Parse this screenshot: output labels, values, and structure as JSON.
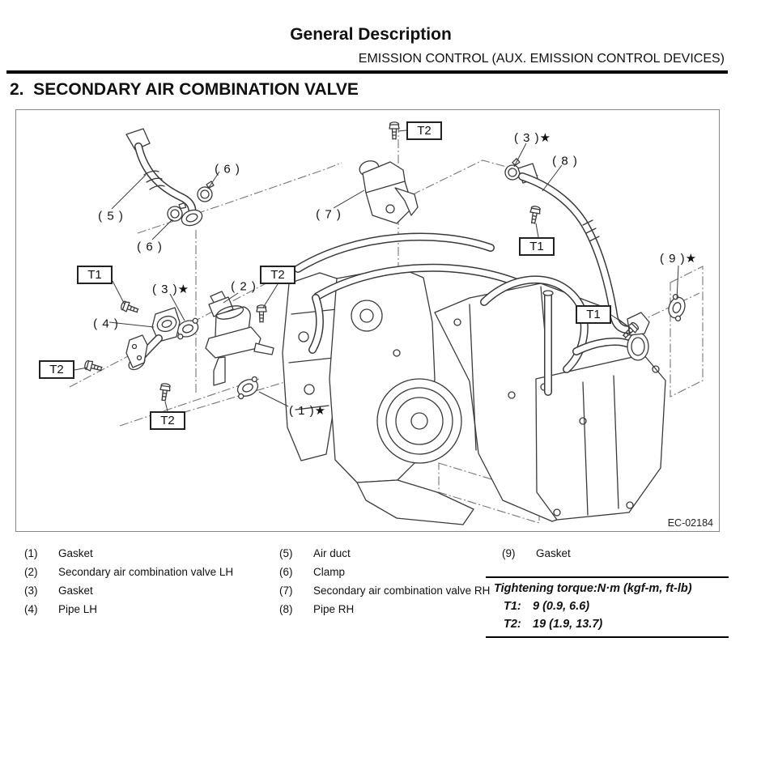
{
  "header": {
    "title": "General Description",
    "subtitle": "EMISSION CONTROL (AUX. EMISSION CONTROL DEVICES)",
    "section": "2.  SECONDARY AIR COMBINATION VALVE"
  },
  "diagram": {
    "figure_code": "EC-02184",
    "torque_labels": {
      "t2_top": "T2",
      "t1_top_right": "T1",
      "t1_right": "T1",
      "t1_left": "T1",
      "t2_mid": "T2",
      "t2_far_left": "T2",
      "t2_lower": "T2"
    },
    "part_labels": {
      "p1": "( 1 )★",
      "p2": "( 2 )",
      "p3_left": "( 3 )★",
      "p3_top_right": "( 3 )★",
      "p4": "( 4 )",
      "p5": "( 5 )",
      "p6_top": "( 6 )",
      "p6_bottom": "( 6 )",
      "p7": "( 7 )",
      "p8": "( 8 )",
      "p9": "( 9 )★"
    }
  },
  "legend": {
    "columns": [
      {
        "items": [
          {
            "num": "(1)",
            "name": "Gasket"
          },
          {
            "num": "(2)",
            "name": "Secondary air combination valve LH"
          },
          {
            "num": "(3)",
            "name": "Gasket"
          },
          {
            "num": "(4)",
            "name": "Pipe LH"
          }
        ]
      },
      {
        "items": [
          {
            "num": "(5)",
            "name": "Air duct"
          },
          {
            "num": "(6)",
            "name": "Clamp"
          },
          {
            "num": "(7)",
            "name": "Secondary air combination valve RH"
          },
          {
            "num": "(8)",
            "name": "Pipe RH"
          }
        ]
      },
      {
        "items": [
          {
            "num": "(9)",
            "name": "Gasket"
          }
        ]
      }
    ]
  },
  "torque_table": {
    "title": "Tightening torque:N·m (kgf-m, ft-lb)",
    "rows": [
      {
        "label": "T1:",
        "value": "9 (0.9, 6.6)"
      },
      {
        "label": "T2:",
        "value": "19 (1.9, 13.7)"
      }
    ]
  }
}
